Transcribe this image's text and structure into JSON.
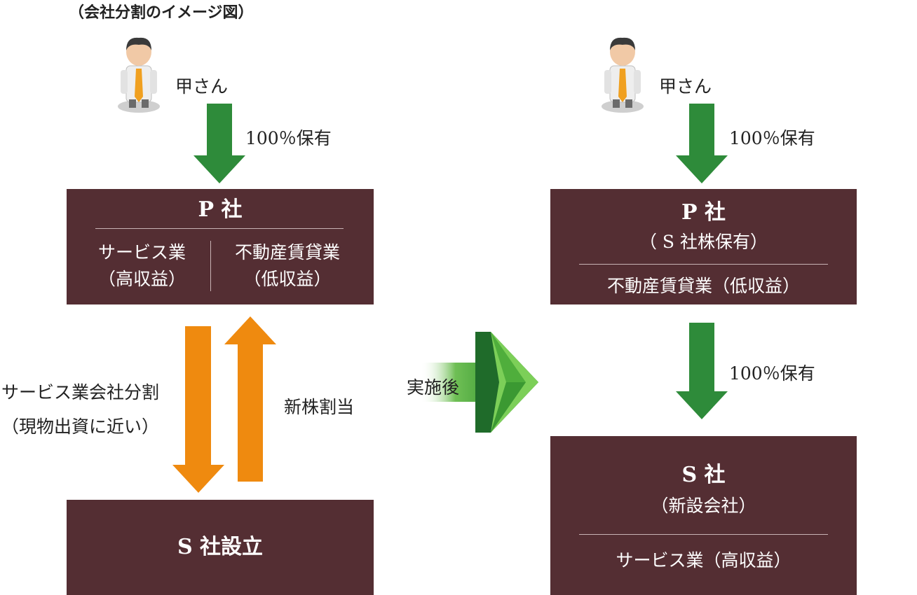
{
  "title": "（会社分割のイメージ図）",
  "left": {
    "person_label": "甲さん",
    "ownership_label": "100％保有",
    "p_company": {
      "title": "P 社",
      "left_business": "サービス業",
      "left_note": "（高収益）",
      "right_business": "不動産賃貸業",
      "right_note": "（低収益）"
    },
    "split_label_line1": "サービス業会社分割",
    "split_label_line2": "（現物出資に近い）",
    "share_label": "新株割当",
    "s_company": {
      "title": "S 社設立"
    }
  },
  "transition_label": "実施後",
  "right": {
    "person_label": "甲さん",
    "ownership_label_top": "100％保有",
    "p_company": {
      "title": "P 社",
      "subtitle": "（ S 社株保有）",
      "business": "不動産賃貸業（低収益）"
    },
    "ownership_label_mid": "100％保有",
    "s_company": {
      "title": "S 社",
      "subtitle": "（新設会社）",
      "business": "サービス業（高収益）"
    }
  },
  "colors": {
    "box": "#542e33",
    "green_arrow": "#2e8b3a",
    "orange_arrow": "#ef8a0f"
  },
  "icons": [
    "person-icon",
    "down-arrow-icon",
    "up-arrow-icon",
    "right-chevron-arrow-icon"
  ]
}
